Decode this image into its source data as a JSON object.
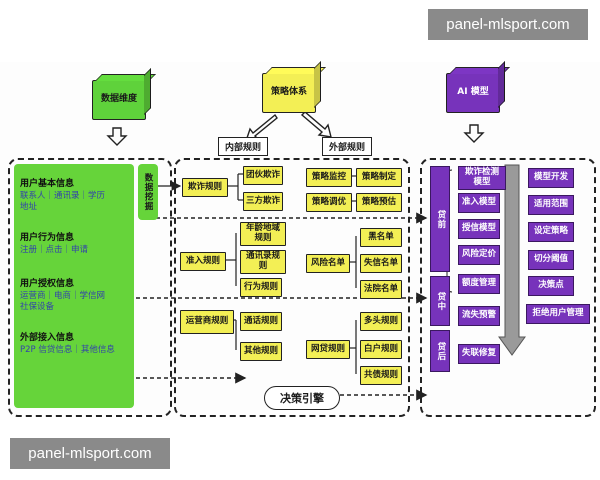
{
  "watermark_top": "panel-mlsport.com",
  "watermark_bottom": "panel-mlsport.com",
  "headers": {
    "data_dimension": "数据维度",
    "strategy_system": "策略体系",
    "ai_model": "AI 模型"
  },
  "rule_tabs": {
    "internal": "内部规则",
    "external": "外部规则"
  },
  "left_groups": [
    {
      "title": "用户基本信息",
      "items": [
        "联系人｜通讯录｜学历",
        "地址"
      ]
    },
    {
      "title": "用户行为信息",
      "items": [
        "注册｜点击｜申请"
      ]
    },
    {
      "title": "用户授权信息",
      "items": [
        "运营商｜电商｜学信网",
        "社保设备"
      ]
    },
    {
      "title": "外部接入信息",
      "items": [
        "P2P 信贷信息｜其他信息"
      ]
    }
  ],
  "data_mining": "数据挖掘",
  "rules": {
    "fraud": "欺诈规则",
    "gang_fraud": "团伙欺诈",
    "third_party_fraud": "三方欺诈",
    "admission": "准入规则",
    "age_rule": "年龄地域规则",
    "contacts_rule": "通讯录规则",
    "behavior_rule": "行为规则",
    "operator": "运营商规则",
    "call_rule": "通话规则",
    "other_rule": "其他规则",
    "monitor": "策略监控",
    "make": "策略制定",
    "tune": "策略调优",
    "warn": "策略预估",
    "risk_list": "风险名单",
    "blacklist": "黑名单",
    "dishonest": "失信名单",
    "court": "法院名单",
    "credit": "网贷规则",
    "multi_head": "多头规则",
    "debt": "白户规则",
    "shared_debt": "共债规则"
  },
  "decision_engine": "决策引擎",
  "stages": {
    "pre": "贷前",
    "mid": "贷中",
    "post": "贷后"
  },
  "ai_left": [
    "欺诈检测模型",
    "准入模型",
    "授信模型",
    "风险定价",
    "额度管理",
    "流失预警",
    "失联修复"
  ],
  "ai_right": [
    "模型开发",
    "适用范围",
    "设定策略",
    "切分阈值",
    "决策点",
    "拒绝用户管理"
  ],
  "colors": {
    "green": "#66d43a",
    "yellow": "#f3ef55",
    "purple": "#7733bb"
  }
}
